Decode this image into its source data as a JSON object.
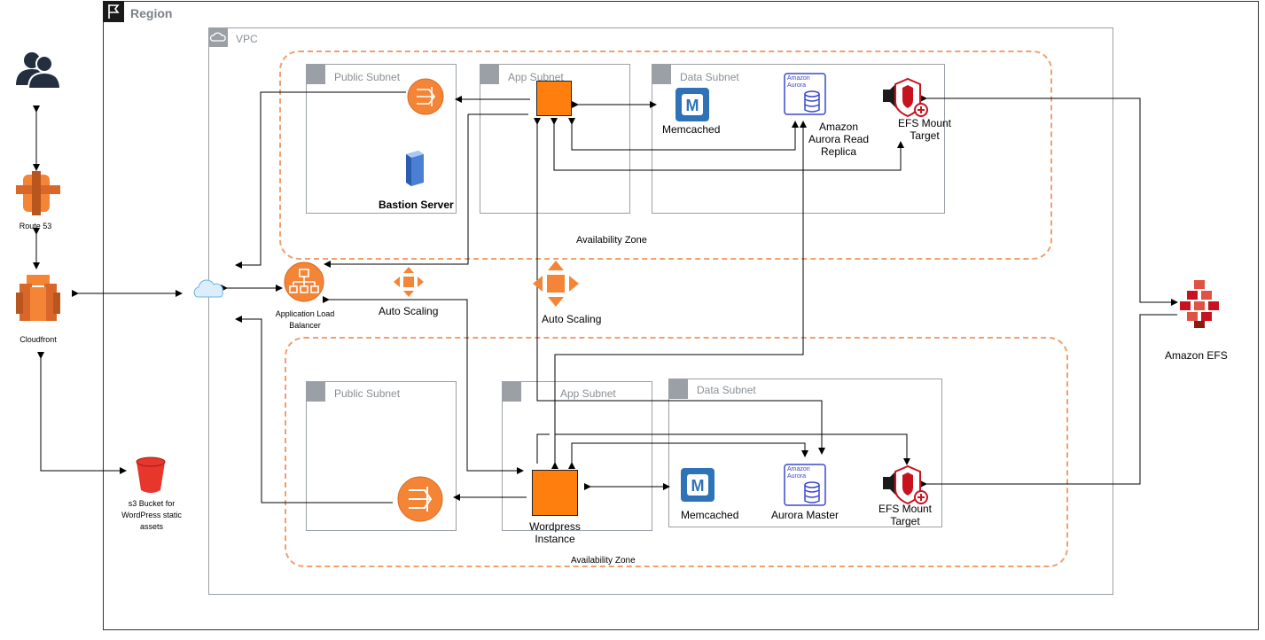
{
  "region": {
    "label": "Region"
  },
  "vpc": {
    "label": "VPC"
  },
  "zones": {
    "top": "Availability Zone",
    "bottom": "Availability Zone"
  },
  "subnets": {
    "top_public": "Public Subnet",
    "top_app": "App Subnet",
    "top_data": "Data Subnet",
    "bottom_public": "Public Subnet",
    "bottom_app": "App  Subnet",
    "bottom_data": "Data Subnet"
  },
  "nodes": {
    "route53": "Route 53",
    "cloudfront": "Cloudfront",
    "s3": "s3 Bucket for WordPress static assets",
    "alb": "Application Load Balancer",
    "asg_left": "Auto Scaling",
    "asg_center": "Auto Scaling",
    "bastion": "Bastion Server",
    "memcached_top": "Memcached",
    "aurora_top": "Amazon Aurora Read Replica",
    "efs_mount_top": "EFS Mount Target",
    "memcached_bottom": "Memcached",
    "aurora_bottom": "Aurora Master",
    "efs_mount_bottom": "EFS Mount Target",
    "wordpress": "Wordpress Instance",
    "efs": "Amazon EFS",
    "aurora_badge_top": "Amazon Aurora",
    "aurora_badge_bottom": "Amazon Aurora"
  },
  "colors": {
    "orange": "#FF7F0E",
    "aws_orange": "#F58536",
    "memcached_blue": "#2E73B8",
    "aurora_blue": "#3B48CC",
    "efs_red": "#C7131F",
    "dashed_zone": "#F0A070"
  },
  "icons": {
    "users": "users-icon",
    "route53": "route53-icon",
    "cloudfront": "cloudfront-icon",
    "s3": "s3-bucket-icon",
    "internet": "cloud-icon",
    "region_flag": "flag-icon"
  }
}
